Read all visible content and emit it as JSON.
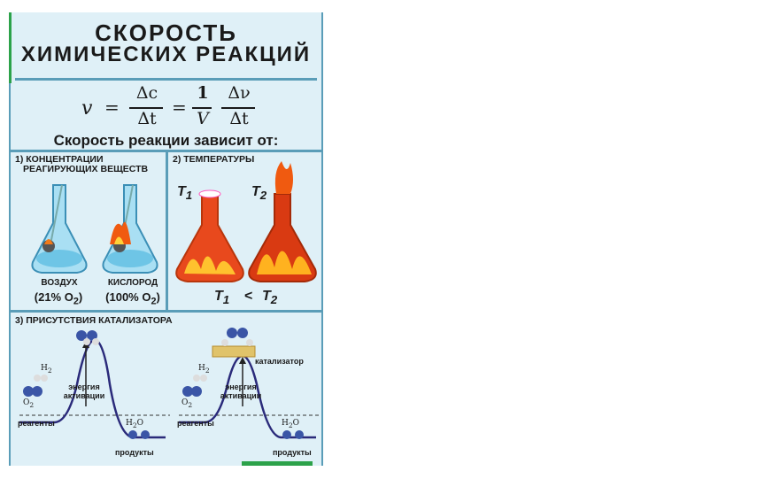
{
  "title": {
    "line1": "СКОРОСТЬ",
    "line2": "ХИМИЧЕСКИХ  РЕАКЦИЙ"
  },
  "formula": {
    "v": "v",
    "eq1": "=",
    "num1": "Δc",
    "den1": "Δt",
    "eq2": "=",
    "num2": "1",
    "den2": "V",
    "num3": "Δν",
    "den3": "Δt"
  },
  "subtitle": "Скорость реакции зависит от:",
  "panels": {
    "concentration": {
      "label_line1": "1) КОНЦЕНТРАЦИИ",
      "label_line2": "РЕАГИРУЮЩИХ  ВЕЩЕСТВ",
      "left_caption": "ВОЗДУХ",
      "left_value": "(21% O",
      "left_sub": "2",
      "left_close": ")",
      "right_caption": "КИСЛОРОД",
      "right_value": "(100% O",
      "right_sub": "2",
      "right_close": ")"
    },
    "temperature": {
      "label": "2) ТЕМПЕРАТУРЫ",
      "t1": "T",
      "t1_sub": "1",
      "t2": "T",
      "t2_sub": "2",
      "compare_t1": "T",
      "compare_t1_sub": "1",
      "compare_op": "<",
      "compare_t2": "T",
      "compare_t2_sub": "2"
    },
    "catalyst": {
      "label": "3) ПРИСУТСТВИЯ  КАТАЛИЗАТОРА",
      "h2": "H",
      "h2_sub": "2",
      "o2": "O",
      "o2_sub": "2",
      "energy_line1": "энергия",
      "energy_line2": "активации",
      "reagents": "реагенты",
      "h2o": "H",
      "h2o_sub": "2",
      "h2o_tail": "O",
      "products": "продукты",
      "catalyst_label": "катализатор"
    }
  },
  "colors": {
    "background": "#dff0f7",
    "frame": "#5a9db8",
    "accent_green": "#2ca24a",
    "curve": "#2a2a7a",
    "flame": "#e8491d"
  }
}
